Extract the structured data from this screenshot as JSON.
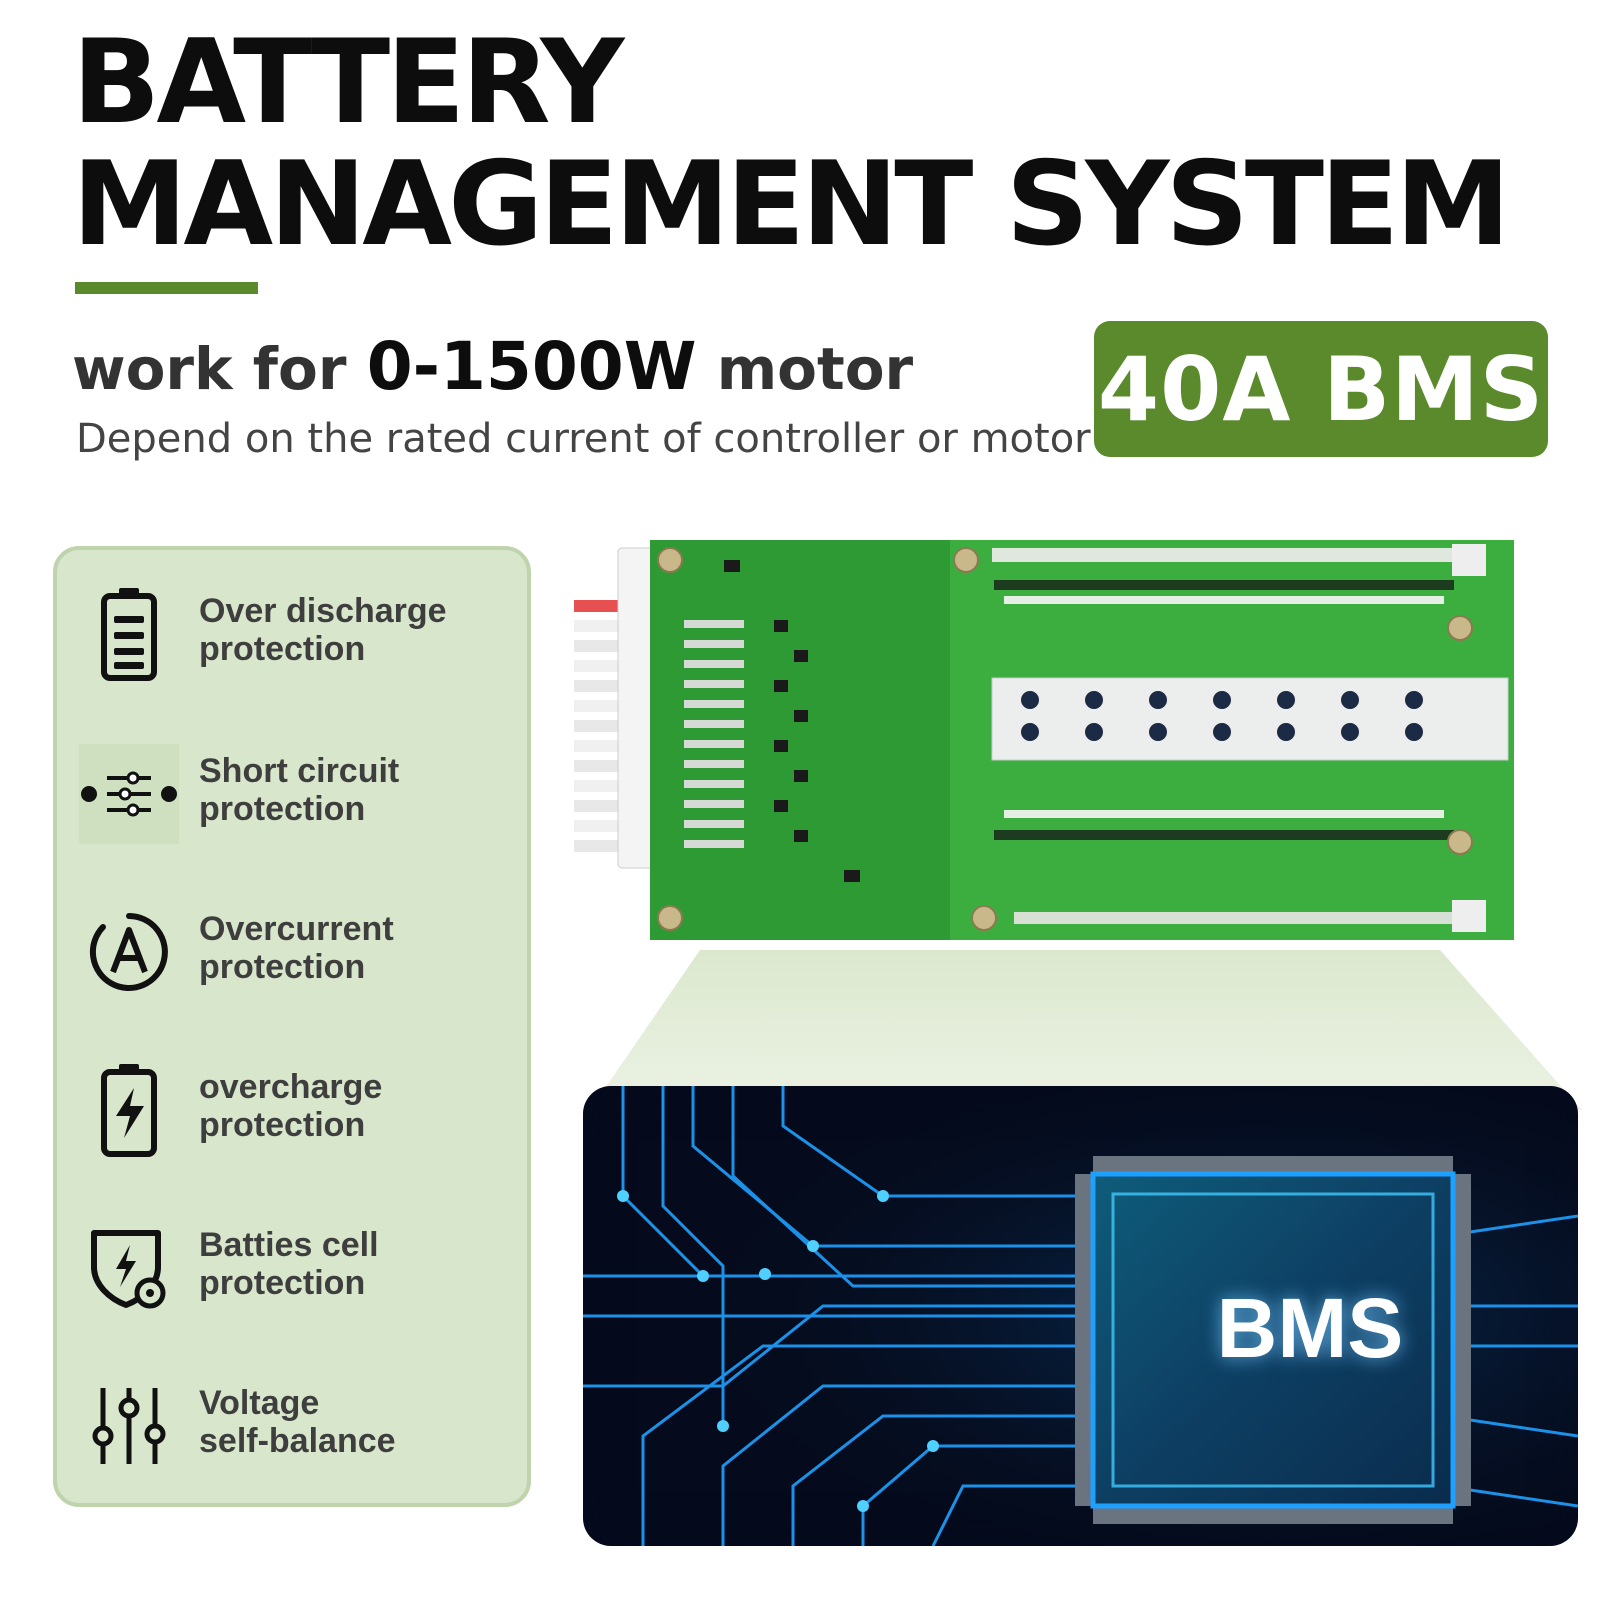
{
  "header": {
    "title_line1": "BATTERY",
    "title_line2": "MANAGEMENT SYSTEM",
    "subtitle_prefix": "work for",
    "subtitle_strong": "0-1500W",
    "subtitle_suffix": "motor",
    "subnote": "Depend on the rated current of controller or motor",
    "badge": "40A BMS"
  },
  "features": [
    {
      "label_line1": "Over discharge",
      "label_line2": "protection",
      "icon": "battery-level-icon"
    },
    {
      "label_line1": "Short circuit",
      "label_line2": "protection",
      "icon": "short-circuit-icon"
    },
    {
      "label_line1": "Overcurrent",
      "label_line2": "protection",
      "icon": "ampere-icon"
    },
    {
      "label_line1": "overcharge",
      "label_line2": "protection",
      "icon": "charging-battery-icon"
    },
    {
      "label_line1": "Batties cell",
      "label_line2": "protection",
      "icon": "shield-bolt-icon"
    },
    {
      "label_line1": "Voltage",
      "label_line2": "self-balance",
      "icon": "balance-sliders-icon"
    }
  ],
  "chip": {
    "label": "BMS"
  },
  "colors": {
    "accent_green": "#5a8a2c",
    "panel_bg": "#d8e6cc",
    "panel_border": "#bfd3ad",
    "pcb_green": "#3ea83a",
    "circuit_blue": "#1ea0ff"
  }
}
